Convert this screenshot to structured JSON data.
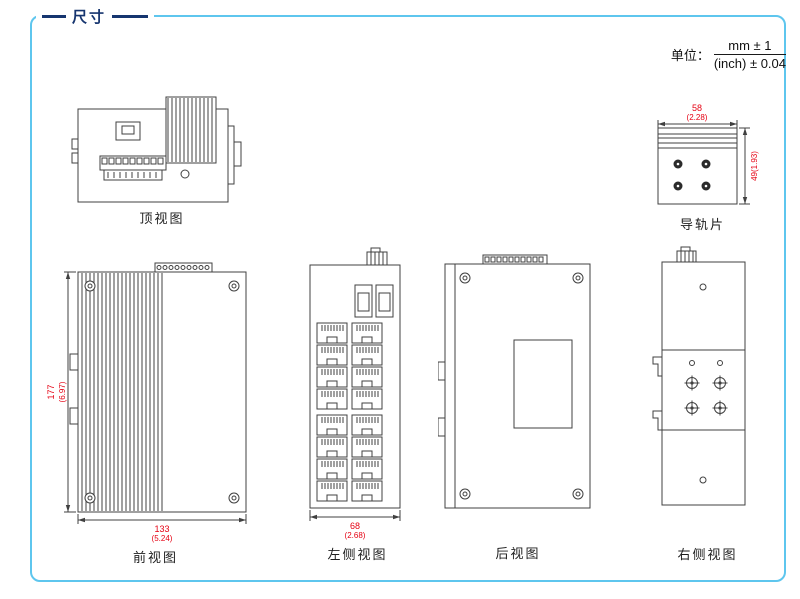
{
  "header": {
    "title": "尺寸",
    "unit_label": "单位：",
    "unit_mm": "mm ± 1",
    "unit_inch": "(inch) ± 0.04"
  },
  "views": {
    "top": {
      "label": "顶视图"
    },
    "rail": {
      "label": "导轨片",
      "width_mm": "58",
      "width_inch": "(2.28)",
      "height_dim": "49(1.93)"
    },
    "front": {
      "label": "前视图",
      "height_mm": "177",
      "height_inch": "(6.97)",
      "width_mm": "133",
      "width_inch": "(5.24)"
    },
    "left": {
      "label": "左侧视图",
      "width_mm": "68",
      "width_inch": "(2.68)"
    },
    "rear": {
      "label": "后视图"
    },
    "right": {
      "label": "右侧视图"
    }
  },
  "colors": {
    "border_blue": "#5ec6ee",
    "title_navy": "#16356f",
    "dimension_red": "#e50012",
    "line_gray": "#404040"
  }
}
